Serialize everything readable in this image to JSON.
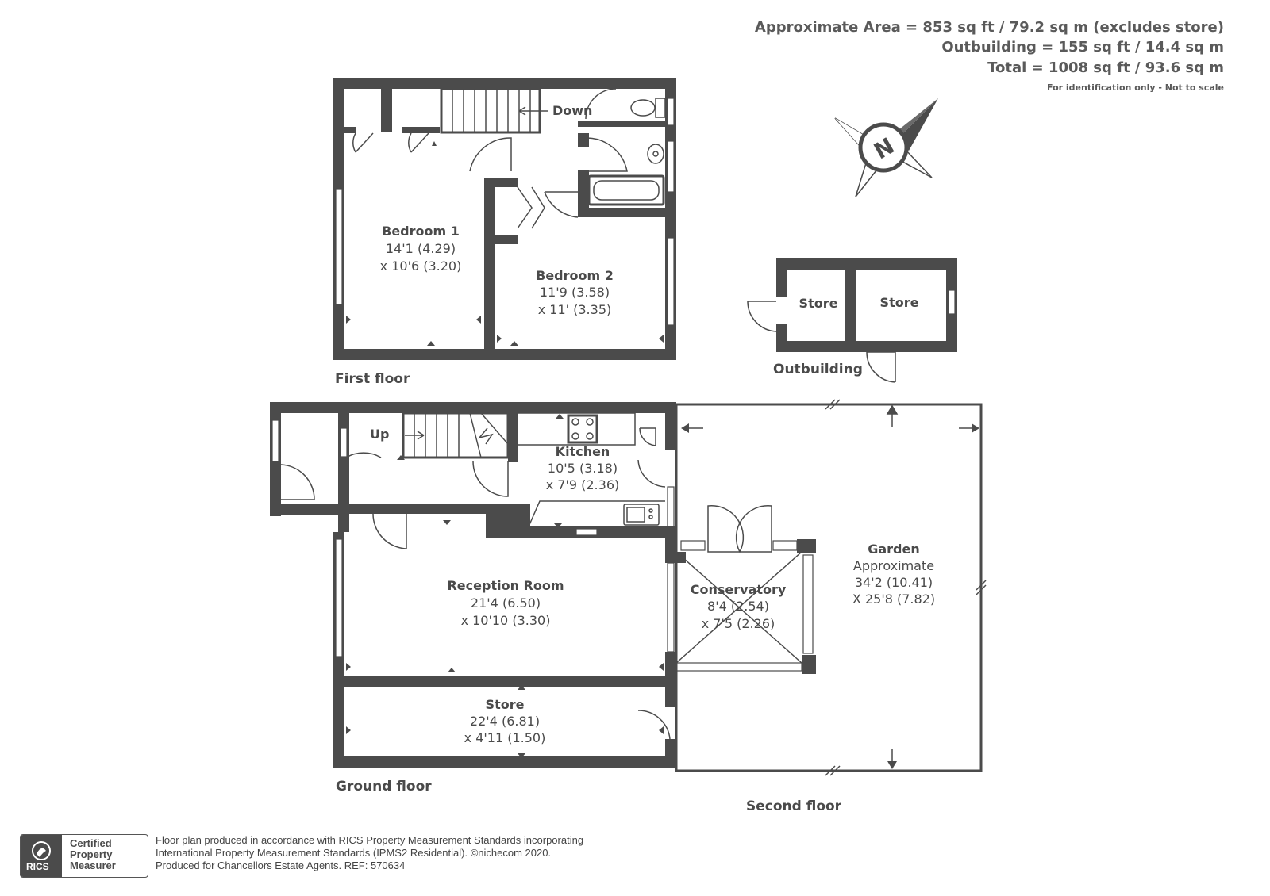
{
  "area_summary": {
    "approximate": "Approximate Area = 853 sq ft / 79.2 sq m (excludes store)",
    "outbuilding": "Outbuilding = 155 sq ft / 14.4 sq m",
    "total": "Total = 1008 sq ft / 93.6 sq m",
    "disclaimer": "For identification only - Not to scale"
  },
  "compass": {
    "label": "N",
    "icon": "north-arrow-icon"
  },
  "rooms": {
    "bedroom1": {
      "name": "Bedroom 1",
      "dim1": "14'1 (4.29)",
      "dim2": "x 10'6 (3.20)"
    },
    "bedroom2": {
      "name": "Bedroom 2",
      "dim1": "11'9 (3.58)",
      "dim2": "x 11' (3.35)"
    },
    "store_a": {
      "name": "Store"
    },
    "store_b": {
      "name": "Store"
    },
    "kitchen": {
      "name": "Kitchen",
      "dim1": "10'5 (3.18)",
      "dim2": "x 7'9 (2.36)"
    },
    "reception": {
      "name": "Reception Room",
      "dim1": "21'4 (6.50)",
      "dim2": "x 10'10 (3.30)"
    },
    "conservatory": {
      "name": "Conservatory",
      "dim1": "8'4 (2.54)",
      "dim2": "x 7'5 (2.26)"
    },
    "garden": {
      "name": "Garden",
      "dim0": "Approximate",
      "dim1": "34'2 (10.41)",
      "dim2": "X 25'8 (7.82)"
    },
    "store_ground": {
      "name": "Store",
      "dim1": "22'4 (6.81)",
      "dim2": "x 4'11 (1.50)"
    }
  },
  "stairs": {
    "down": "Down",
    "up": "Up"
  },
  "floors": {
    "first": "First floor",
    "outbuilding": "Outbuilding",
    "ground": "Ground floor",
    "second": "Second floor"
  },
  "badge": {
    "logo": "RICS",
    "line1": "Certified",
    "line2": "Property",
    "line3": "Measurer"
  },
  "footer": {
    "line1": "Floor plan produced in accordance with RICS Property Measurement Standards incorporating",
    "line2": "International Property Measurement Standards (IPMS2 Residential).   ©nichecom 2020.",
    "line3": "Produced for Chancellors Estate Agents.   REF:  570634"
  }
}
